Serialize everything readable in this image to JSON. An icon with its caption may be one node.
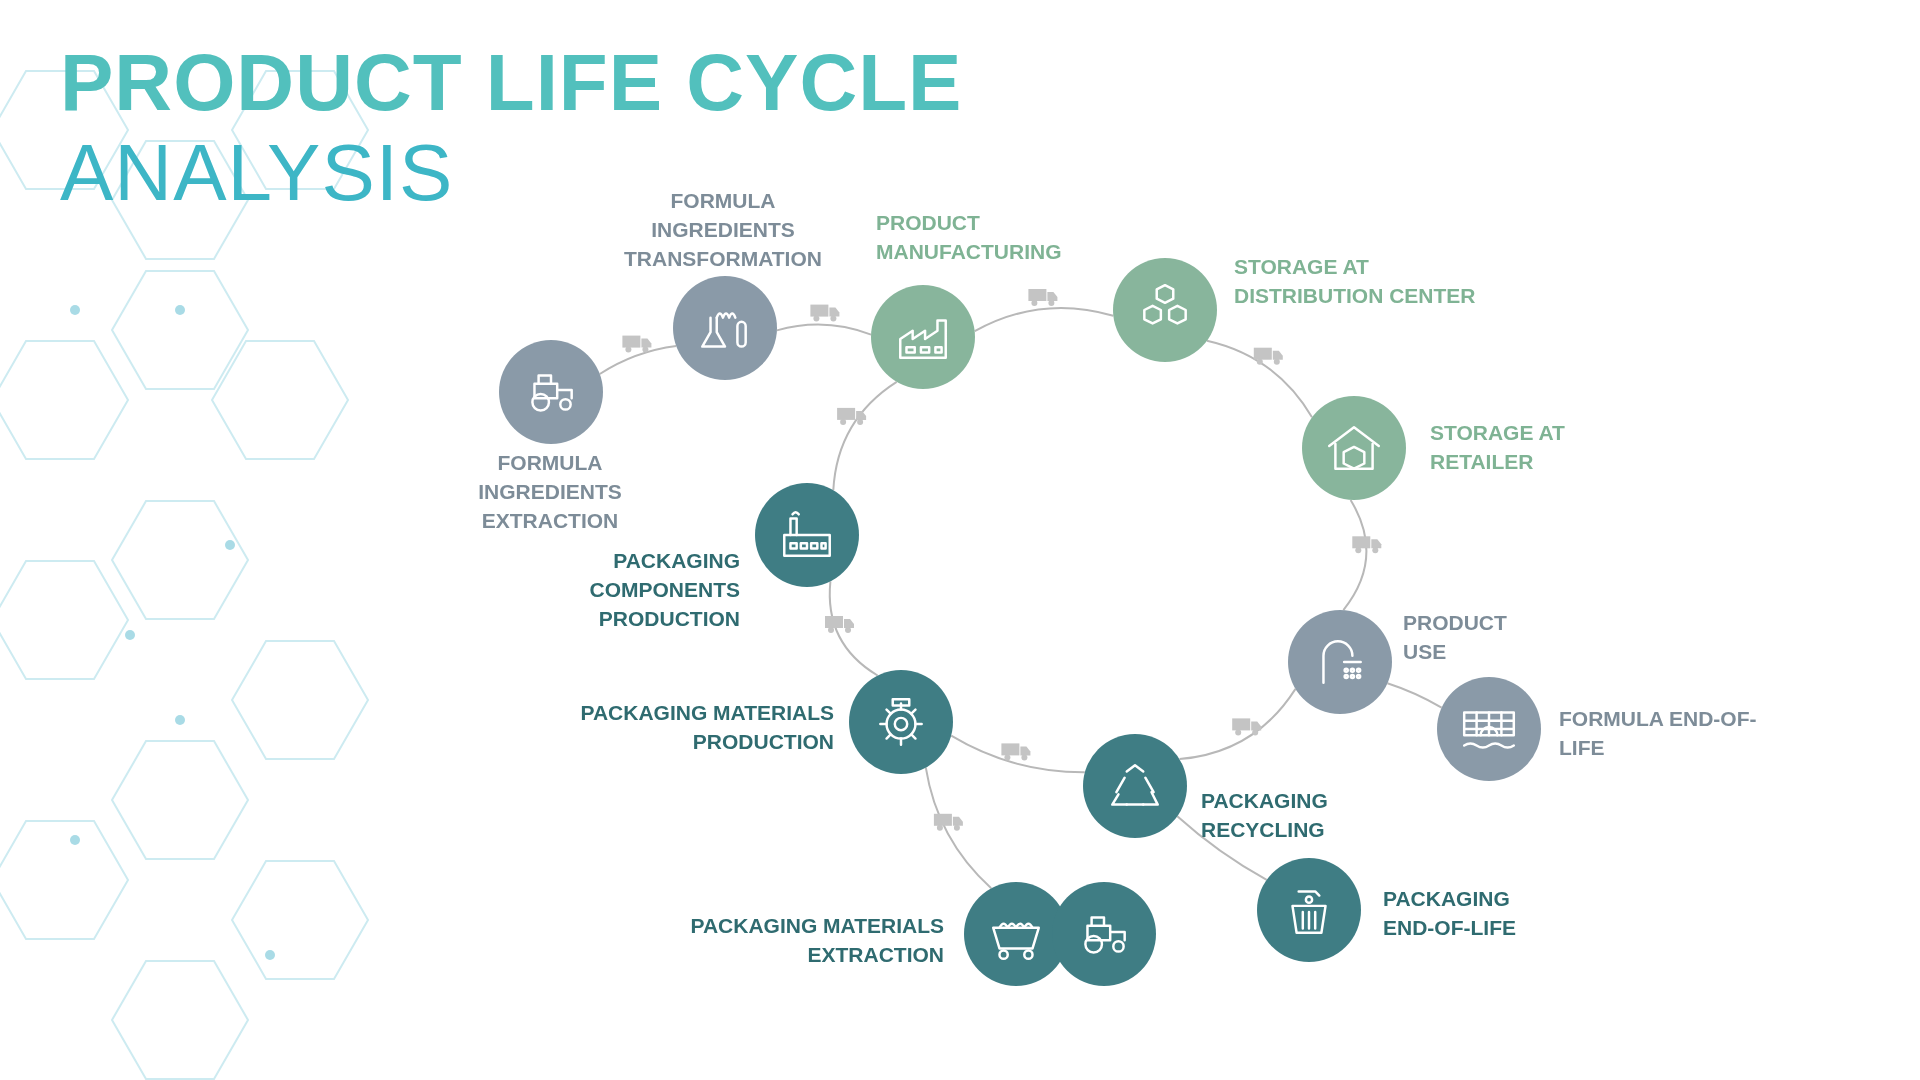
{
  "diagram": {
    "title": "**PRODUCT LIFE CYCLE** ANALYSIS",
    "nodes": [
      {
        "text": [
          "FORMULA INGREDIENTS EXTRACTION"
        ]
      },
      {
        "text": [
          "FORMULA INGREDIENTS TRANSFORMATION"
        ]
      },
      {
        "text": [
          "PRODUCT MANUFACTURING"
        ]
      },
      {
        "text": [
          "STORAGE AT DISTRIBUTION CENTER"
        ]
      },
      {
        "text": [
          "STORAGE AT RETAILER"
        ]
      },
      {
        "text": [
          "PRODUCT USE"
        ]
      },
      {
        "text": [
          "FORMULA END-OF-LIFE"
        ]
      },
      {
        "text": [
          "PACKAGING RECYCLING"
        ]
      },
      {
        "text": [
          "PACKAGING END-OF-LIFE"
        ]
      },
      {
        "text": [
          "PACKAGING MATERIALS PRODUCTION"
        ]
      },
      {
        "text": [
          "PACKAGING MATERIALS EXTRACTION"
        ]
      },
      {
        "text": [
          "PACKAGING COMPONENTS PRODUCTION"
        ]
      }
    ],
    "edges": [
      {
        "from": 0,
        "to": 1,
        "arrow": "none"
      },
      {
        "from": 1,
        "to": 2,
        "arrow": "none"
      },
      {
        "from": 2,
        "to": 3,
        "arrow": "none"
      },
      {
        "from": 3,
        "to": 4,
        "arrow": "none"
      },
      {
        "from": 4,
        "to": 5,
        "arrow": "none"
      },
      {
        "from": 5,
        "to": 6,
        "arrow": "none"
      },
      {
        "from": 5,
        "to": 7,
        "arrow": "none"
      },
      {
        "from": 7,
        "to": 8,
        "arrow": "none"
      },
      {
        "from": 7,
        "to": 9,
        "arrow": "none"
      },
      {
        "from": 10,
        "to": 9,
        "arrow": "none"
      },
      {
        "from": 9,
        "to": 11,
        "arrow": "none"
      },
      {
        "from": 11,
        "to": 2,
        "arrow": "none"
      }
    ]
  }
}
